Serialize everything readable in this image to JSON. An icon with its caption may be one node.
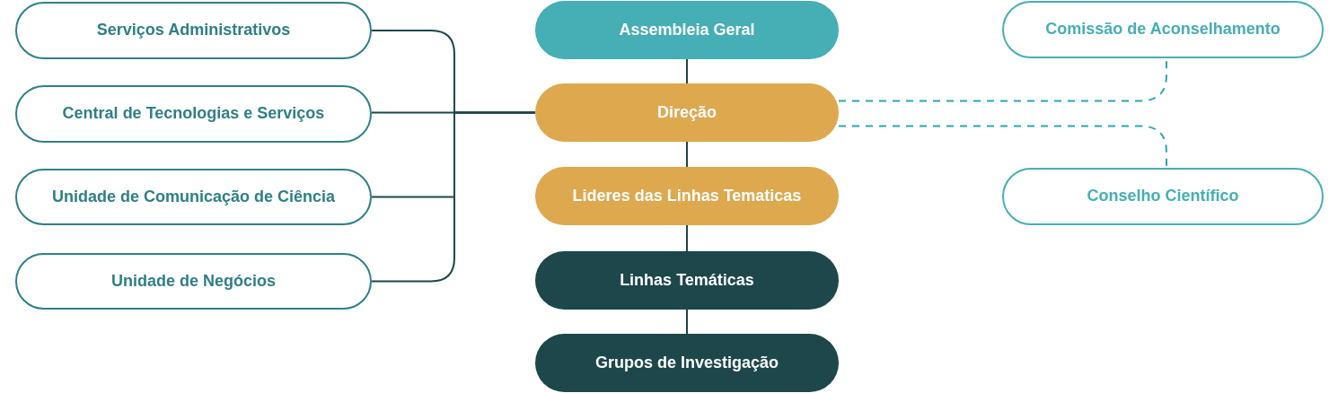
{
  "diagram": {
    "nodes": [
      {
        "text": [
          "Assembleia Geral"
        ]
      },
      {
        "text": [
          "Direção"
        ]
      },
      {
        "text": [
          "Lideres das Linhas Tematicas"
        ]
      },
      {
        "text": [
          "Linhas Temáticas"
        ]
      },
      {
        "text": [
          "Grupos de Investigação"
        ]
      },
      {
        "text": [
          "Serviços Administrativos"
        ]
      },
      {
        "text": [
          "Central de Tecnologias e Serviços"
        ]
      },
      {
        "text": [
          "Unidade de Comunicação de Ciência"
        ]
      },
      {
        "text": [
          "Unidade de Negócios"
        ]
      },
      {
        "text": [
          "Comissão de Aconselhamento"
        ]
      },
      {
        "text": [
          "Conselho Científico"
        ]
      }
    ],
    "edges": [
      {
        "from": 0,
        "to": 1,
        "arrow": "none"
      },
      {
        "from": 1,
        "to": 2,
        "arrow": "none"
      },
      {
        "from": 2,
        "to": 3,
        "arrow": "none"
      },
      {
        "from": 3,
        "to": 4,
        "arrow": "none"
      },
      {
        "from": 5,
        "to": 1,
        "arrow": "none"
      },
      {
        "from": 6,
        "to": 1,
        "arrow": "none"
      },
      {
        "from": 7,
        "to": 1,
        "arrow": "none"
      },
      {
        "from": 8,
        "to": 1,
        "arrow": "none"
      },
      {
        "from": 1,
        "to": 9,
        "arrow": "none",
        "style": "dashed",
        "color": "#2aa6ad"
      },
      {
        "from": 1,
        "to": 10,
        "arrow": "none",
        "style": "dashed",
        "color": "#2aa6ad"
      }
    ]
  }
}
